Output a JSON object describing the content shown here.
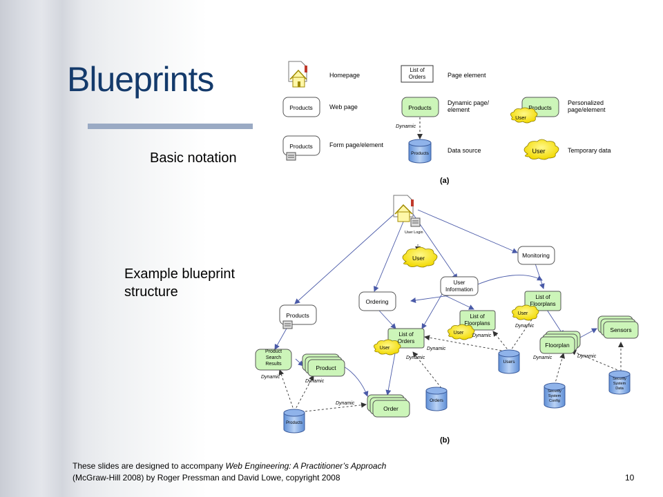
{
  "slide": {
    "title": "Blueprints",
    "label_basic": "Basic notation",
    "label_example": "Example blueprint structure",
    "footer_line1_pre": "These slides are designed to accompany ",
    "footer_book": "Web Engineering: A Practitioner’s Approach",
    "footer_line2": "(McGraw-Hill  2008) by Roger Pressman and David Lowe, copyright 2008",
    "page_number": "10"
  },
  "legend": {
    "homepage": "Homepage",
    "page_element_box": "List of Orders",
    "page_element": "Page element",
    "web_page_box": "Products",
    "web_page": "Web page",
    "dynamic_box": "Products",
    "dynamic_page": "Dynamic page/ element",
    "personalized_box": "Products",
    "personalized_user": "User",
    "personalized": "Personalized page/element",
    "form_box": "Products",
    "form_page": "Form page/element",
    "dynamic_edge": "Dynamic",
    "data_source_cyl": "Products",
    "data_source": "Data source",
    "temp_cloud": "User",
    "temporary_data": "Temporary data",
    "caption_a": "(a)"
  },
  "blueprint": {
    "user_login": "User Login",
    "user_cloud": "User",
    "monitoring": "Monitoring",
    "user_information": "User Information",
    "ordering": "Ordering",
    "list_floorplans_top": "List of Floorplans",
    "list_floorplans_mid": "List of Floorplans",
    "products": "Products",
    "list_orders": "List of Orders",
    "user_orders": "User",
    "user_floorplans_mid": "User",
    "user_floorplans_top": "User",
    "floorplan": "Floorplan",
    "sensors": "Sensors",
    "product_search": "Product Search Results",
    "product": "Product",
    "users_db": "Users",
    "order": "Order",
    "orders_db": "Orders",
    "products_db": "Products",
    "security_config": "Security System Config",
    "security_data": "Security System Data",
    "dynamic": "Dynamic",
    "caption_b": "(b)"
  }
}
